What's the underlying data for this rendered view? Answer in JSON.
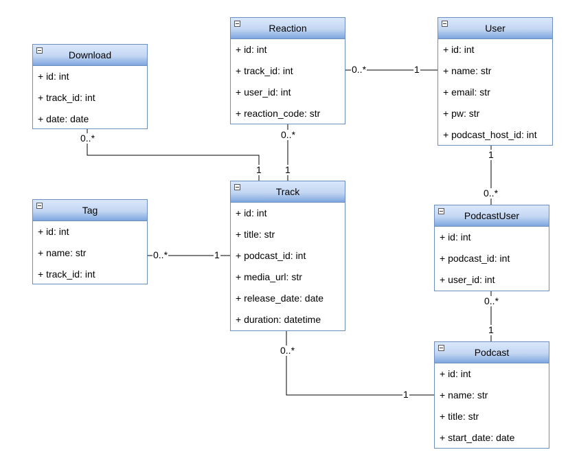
{
  "classes": {
    "reaction": {
      "title": "Reaction",
      "attrs": [
        "+ id: int",
        "+ track_id: int",
        "+ user_id: int",
        "+ reaction_code: str"
      ]
    },
    "user": {
      "title": "User",
      "attrs": [
        "+ id: int",
        "+ name: str",
        "+ email: str",
        "+ pw: str",
        "+ podcast_host_id: int"
      ]
    },
    "download": {
      "title": "Download",
      "attrs": [
        "+ id: int",
        "+ track_id: int",
        "+ date: date"
      ]
    },
    "tag": {
      "title": "Tag",
      "attrs": [
        "+ id: int",
        "+ name: str",
        "+ track_id: int"
      ]
    },
    "track": {
      "title": "Track",
      "attrs": [
        "+ id: int",
        "+ title: str",
        "+ podcast_id: int",
        "+ media_url: str",
        "+ release_date: date",
        "+ duration: datetime"
      ]
    },
    "podcastuser": {
      "title": "PodcastUser",
      "attrs": [
        "+ id: int",
        "+ podcast_id: int",
        "+ user_id: int"
      ]
    },
    "podcast": {
      "title": "Podcast",
      "attrs": [
        "+ id: int",
        "+ name: str",
        "+ title: str",
        "+ start_date: date"
      ]
    }
  },
  "multiplicities": {
    "reaction_user_many": "0..*",
    "reaction_user_one": "1",
    "download_track_many": "0..*",
    "download_track_one": "1",
    "reaction_track_many": "0..*",
    "reaction_track_one": "1",
    "user_podcastuser_one": "1",
    "user_podcastuser_many": "0..*",
    "tag_track_many": "0..*",
    "tag_track_one": "1",
    "podcastuser_podcast_many": "0..*",
    "podcastuser_podcast_one": "1",
    "track_podcast_many": "0..*",
    "track_podcast_one": "1"
  }
}
